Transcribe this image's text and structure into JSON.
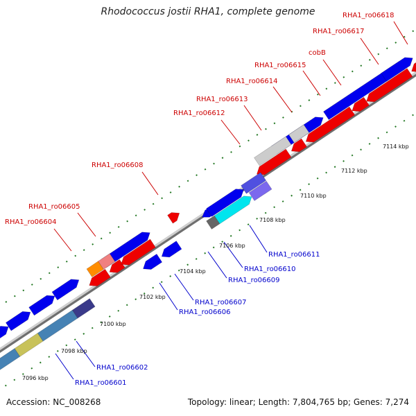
{
  "title": "Rhodococcus jostii RHA1, complete genome",
  "accession": "Accession: NC_008268",
  "stats": "Topology: linear; Length: 7,804,765 bp; Genes: 7,274",
  "colors": {
    "forward": "#0000ee",
    "reverse": "#ee0000",
    "top_label": "#cc0000",
    "bottom_label": "#0000cc",
    "axis": "#888888",
    "tick": "#227722"
  },
  "kbp_labels": [
    "7096 kbp",
    "7098 kbp",
    "7100 kbp",
    "7102 kbp",
    "7104 kbp",
    "7106 kbp",
    "7108 kbp",
    "7110 kbp",
    "7112 kbp",
    "7114 kbp"
  ],
  "top_gene_labels": [
    "RHA1_ro06604",
    "RHA1_ro06605",
    "RHA1_ro06608",
    "RHA1_ro06612",
    "RHA1_ro06613",
    "RHA1_ro06614",
    "RHA1_ro06615",
    "cobB",
    "RHA1_ro06617",
    "RHA1_ro06618"
  ],
  "bottom_gene_labels": [
    "RHA1_ro06601",
    "RHA1_ro06602",
    "RHA1_ro06606",
    "RHA1_ro06607",
    "RHA1_ro06609",
    "RHA1_ro06610",
    "RHA1_ro06611"
  ]
}
